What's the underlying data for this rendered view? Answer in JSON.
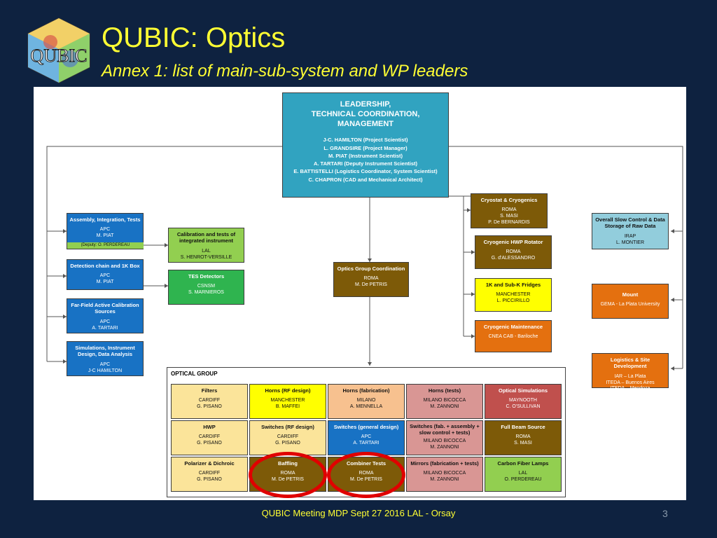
{
  "title": "QUBIC: Optics",
  "subtitle": "Annex 1: list of main-sub-system and WP leaders",
  "logo_text": "QUBIC",
  "footer": "QUBIC Meeting MDP Sept 27 2016 LAL - Orsay",
  "page_number": "3",
  "leadership": {
    "heading_lines": [
      "LEADERSHIP,",
      "TECHNICAL COORDINATION,",
      "MANAGEMENT"
    ],
    "names": [
      "J-C. HAMILTON (Project Scientist)",
      "L. GRANDSIRE (Project Manager)",
      "M. PIAT (Instrument Scientist)",
      "A. TARTARI (Deputy Instrument Scientist)",
      "E. BATTISTELLI (Logistics Coordinator, System Scientist)",
      "C. CHAPRON (CAD and Mechanical Architect)"
    ]
  },
  "left_boxes": [
    {
      "title": "Assembly, Integration, Tests",
      "lines": [
        "APC",
        "M. PIAT"
      ],
      "deputy": "(Deputy: O. PERDEREAU"
    },
    {
      "title": "Detection chain and 1K Box",
      "lines": [
        "APC",
        "M. PIAT"
      ]
    },
    {
      "title": "Far-Field Active Calibration Sources",
      "lines": [
        "APC",
        "A. TARTARI"
      ]
    },
    {
      "title": "Simulations, Instrument Design, Data Analysis",
      "lines": [
        "APC",
        "J-C HAMILTON"
      ]
    }
  ],
  "mid_left_boxes": [
    {
      "title": "Calibration and tests of integrated instrument",
      "lines": [
        "LAL",
        "S. HENROT-VERSILLE"
      ]
    },
    {
      "title": "TES Detectors",
      "lines": [
        "CSNSM",
        "S. MARNIEROS"
      ]
    }
  ],
  "optics_coordination": {
    "title": "Optics Group Coordination",
    "lines": [
      "ROMA",
      "M. De PETRIS"
    ]
  },
  "cryo_boxes": [
    {
      "title": "Cryostat & Cryogenics",
      "lines": [
        "ROMA",
        "S. MASI",
        "P. De BERNARDIS"
      ]
    },
    {
      "title": "Cryogenic HWP Rotator",
      "lines": [
        "ROMA",
        "G. d'ALESSANDRO"
      ]
    },
    {
      "title": "1K and Sub-K Fridges",
      "lines": [
        "MANCHESTER",
        "L. PICCIRILLO"
      ]
    },
    {
      "title": "Cryogenic Maintenance",
      "lines": [
        "CNEA CAB - Bariloche"
      ]
    }
  ],
  "right_boxes": [
    {
      "title": "Overall Slow Control & Data Storage of Raw Data",
      "lines": [
        "IRAP",
        "L. MONTIER"
      ]
    },
    {
      "title": "Mount",
      "lines": [
        "GEMA - La Plata University"
      ]
    },
    {
      "title": "Logistics & Site Development",
      "lines": [
        "IAR – La Plata",
        "ITEDA – Buenos Aires",
        "ITEDA – Mendoza"
      ]
    }
  ],
  "optical_group": {
    "title": "OPTICAL GROUP",
    "cells": [
      {
        "title": "Filters",
        "lines": [
          "CARDIFF",
          "G. PISANO"
        ]
      },
      {
        "title": "Horns (RF design)",
        "lines": [
          "MANCHESTER",
          "B. MAFFEI"
        ]
      },
      {
        "title": "Horns (fabrication)",
        "lines": [
          "MILANO",
          "A. MENNELLA"
        ]
      },
      {
        "title": "Horns (tests)",
        "lines": [
          "MILANO BICOCCA",
          "M. ZANNONI"
        ]
      },
      {
        "title": "Optical Simulations",
        "lines": [
          "MAYNOOTH",
          "C. O'SULLIVAN"
        ]
      },
      {
        "title": "HWP",
        "lines": [
          "CARDIFF",
          "G. PISANO"
        ]
      },
      {
        "title": "Switches (RF design)",
        "lines": [
          "CARDIFF",
          "G. PISANO"
        ]
      },
      {
        "title": "Switches (general design)",
        "lines": [
          "APC",
          "A. TARTARI"
        ]
      },
      {
        "title": "Switches (fab. + assembly + slow control + tests)",
        "lines": [
          "MILANO BICOCCA",
          "M. ZANNONI"
        ]
      },
      {
        "title": "Full Beam Source",
        "lines": [
          "ROMA",
          "S. MASI"
        ]
      },
      {
        "title": "Polarizer & Dichroic",
        "lines": [
          "CARDIFF",
          "G. PISANO"
        ]
      },
      {
        "title": "Baffling",
        "lines": [
          "ROMA",
          "M. De PETRIS"
        ]
      },
      {
        "title": "Combiner Tests",
        "lines": [
          "ROMA",
          "M. De PETRIS"
        ]
      },
      {
        "title": "Mirrors (fabrication + tests)",
        "lines": [
          "MILANO BICOCCA",
          "M. ZANNONI"
        ]
      },
      {
        "title": "Carbon Fiber Lamps",
        "lines": [
          "LAL",
          "O. PERDEREAU"
        ]
      }
    ]
  },
  "colors": {
    "background": "#0e2240",
    "title": "#ffff33",
    "highlight_circle": "#e00000"
  }
}
